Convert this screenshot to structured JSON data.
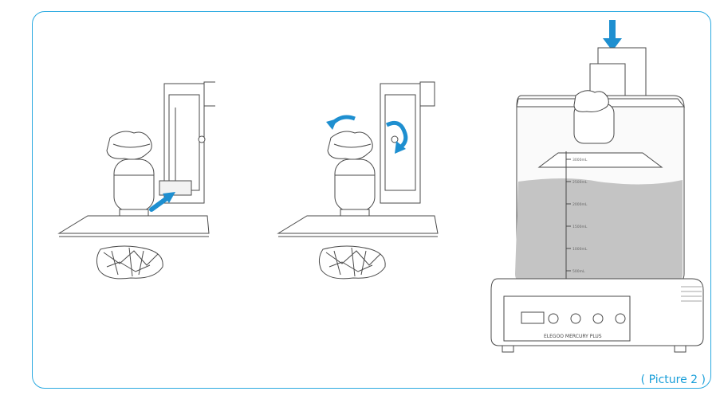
{
  "caption": "( Picture 2 )",
  "device": {
    "brand_label": "ELEGOO MERCURY PLUS",
    "tank_marks": [
      "3000mL",
      "2500mL",
      "2000mL",
      "1500mL",
      "1000mL",
      "500mL"
    ]
  },
  "colors": {
    "frame": "#29a9e0",
    "arrow": "#1e8fd0",
    "liquid": "#c4c4c4",
    "line": "#4a4a4a"
  },
  "icons": [
    "push-arrow-icon",
    "rotate-arrow-left-icon",
    "rotate-arrow-right-icon",
    "down-arrow-icon"
  ]
}
